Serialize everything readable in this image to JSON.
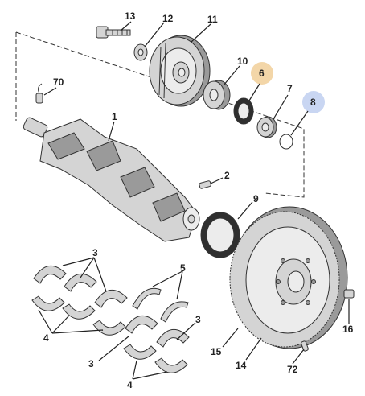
{
  "callouts": {
    "c13": "13",
    "c12": "12",
    "c11": "11",
    "c10": "10",
    "c6": "6",
    "c7": "7",
    "c8": "8",
    "c70": "70",
    "c1": "1",
    "c2": "2",
    "c9": "9",
    "c3a": "3",
    "c5": "5",
    "c4a": "4",
    "c3b": "3",
    "c3c": "3",
    "c4b": "4",
    "c15": "15",
    "c14": "14",
    "c72": "72",
    "c16": "16"
  },
  "colors": {
    "highlight_orange": "#f3d6a8",
    "highlight_blue": "#c9d6f2",
    "ink": "#222222"
  }
}
